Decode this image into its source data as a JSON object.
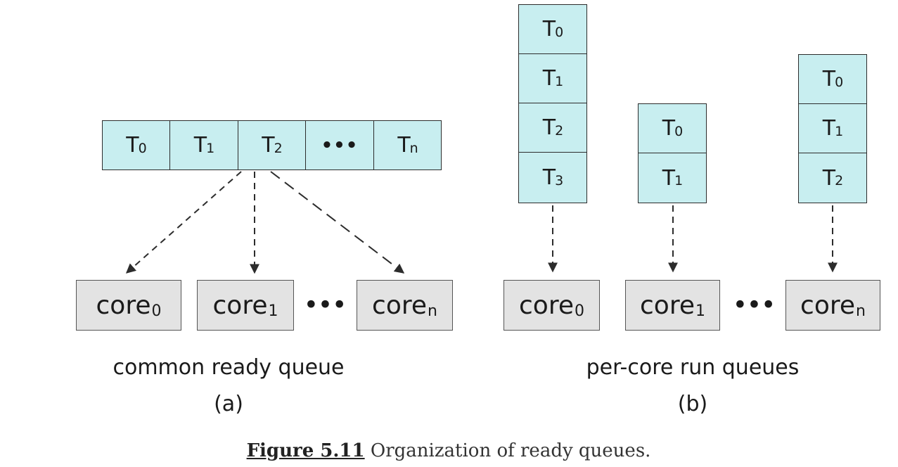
{
  "panel_a": {
    "queue": [
      {
        "base": "T",
        "sub": "0"
      },
      {
        "base": "T",
        "sub": "1"
      },
      {
        "base": "T",
        "sub": "2"
      },
      {
        "base": "•••",
        "sub": ""
      },
      {
        "base": "T",
        "sub": "n"
      }
    ],
    "cores": [
      {
        "base": "core",
        "sub": "0"
      },
      {
        "base": "core",
        "sub": "1"
      },
      {
        "base": "core",
        "sub": "n"
      }
    ],
    "ellipsis": "•••",
    "caption": "common ready queue",
    "label": "(a)"
  },
  "panel_b": {
    "queues": [
      [
        {
          "base": "T",
          "sub": "0"
        },
        {
          "base": "T",
          "sub": "1"
        },
        {
          "base": "T",
          "sub": "2"
        },
        {
          "base": "T",
          "sub": "3"
        }
      ],
      [
        {
          "base": "T",
          "sub": "0"
        },
        {
          "base": "T",
          "sub": "1"
        }
      ],
      [
        {
          "base": "T",
          "sub": "0"
        },
        {
          "base": "T",
          "sub": "1"
        },
        {
          "base": "T",
          "sub": "2"
        }
      ]
    ],
    "cores": [
      {
        "base": "core",
        "sub": "0"
      },
      {
        "base": "core",
        "sub": "1"
      },
      {
        "base": "core",
        "sub": "n"
      }
    ],
    "ellipsis": "•••",
    "caption": "per-core run queues",
    "label": "(b)"
  },
  "figure_caption": {
    "label": "Figure 5.11",
    "text": " Organization of ready queues."
  },
  "colors": {
    "thread_cell": "#c8eef0",
    "core_box": "#e3e3e3",
    "stroke": "#2c2c2c"
  }
}
